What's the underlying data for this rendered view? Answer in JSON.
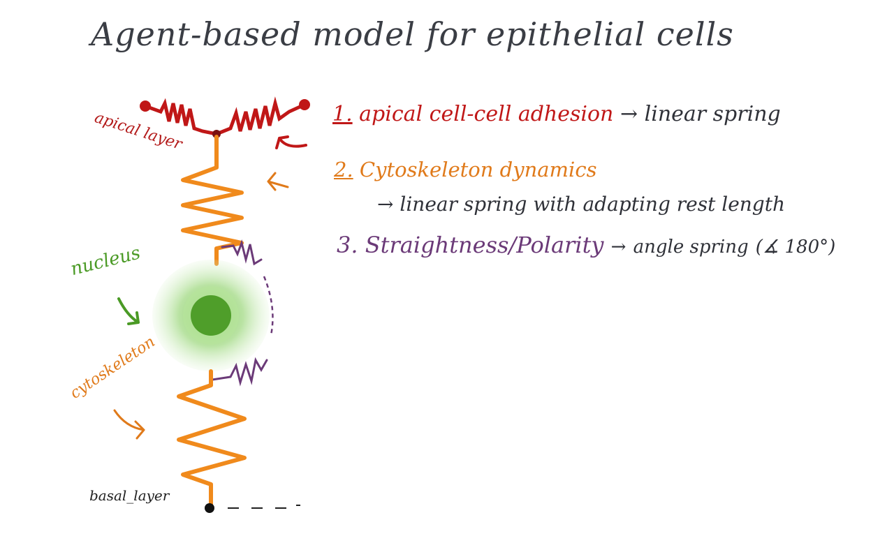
{
  "title": "Agent-based model for epithelial cells",
  "labels": {
    "apical_layer": "apical layer",
    "nucleus": "nucleus",
    "cytoskeleton": "cytoskeleton",
    "basal_layer": "basal_layer"
  },
  "items": [
    {
      "number": "1.",
      "text": "apical cell-cell adhesion",
      "arrow": "→",
      "model": "linear spring"
    },
    {
      "number": "2.",
      "text": "Cytoskeleton dynamics",
      "arrow": "→",
      "model": "linear spring with adapting rest length"
    },
    {
      "number": "3.",
      "text": "Straightness/Polarity",
      "arrow": "→",
      "model": "angle spring",
      "note": "(∡ 180°)"
    }
  ],
  "colors": {
    "adhesion": "#c01717",
    "cytoskeleton": "#f08a1c",
    "polarity": "#6b3a78",
    "nucleus": "#4f9e2a",
    "nucleus_halo": "#9fd97e",
    "ink": "#2f3138"
  }
}
